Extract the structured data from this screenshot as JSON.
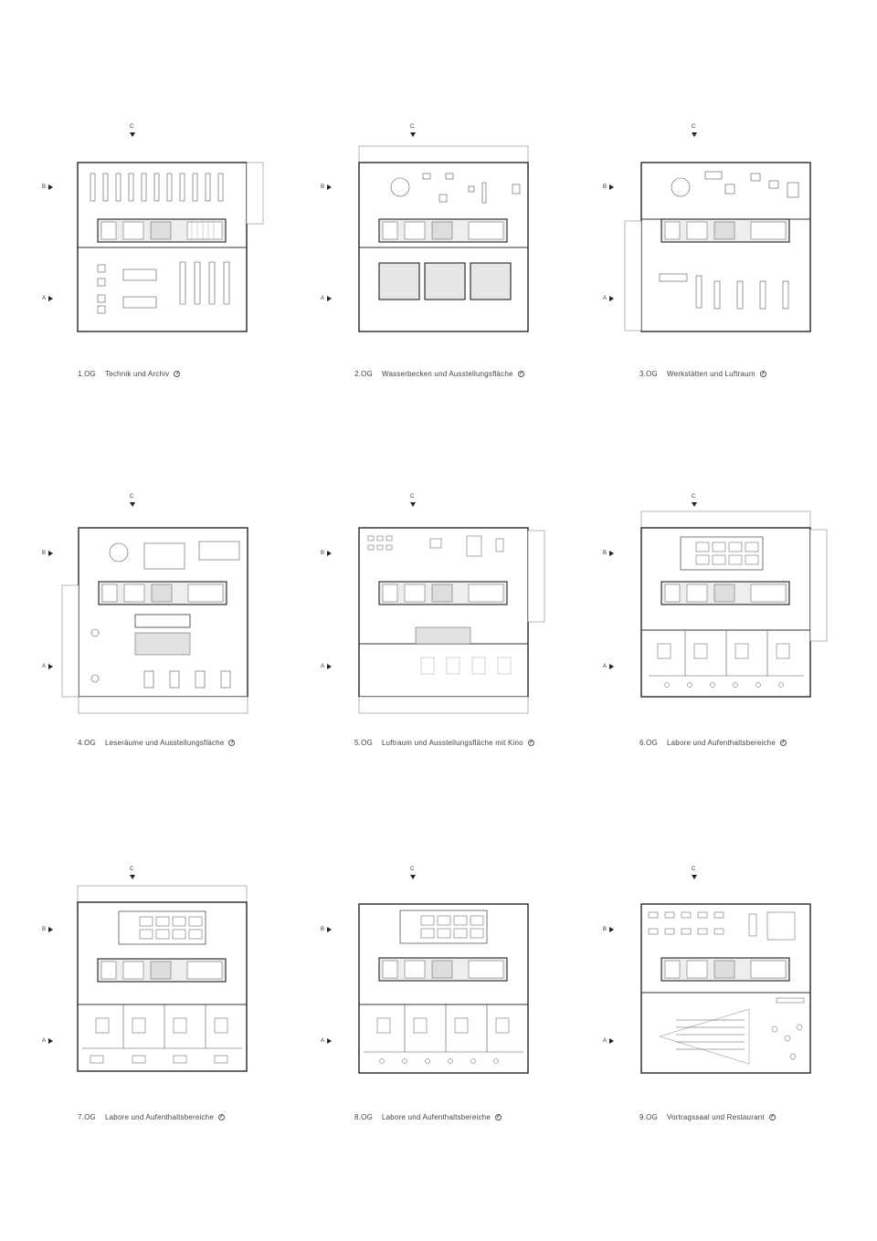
{
  "section_marks": {
    "c": "C",
    "b": "B",
    "a": "A"
  },
  "compass_icon": "north-arrow-icon",
  "plans": [
    {
      "level": "1.OG",
      "title": "Technik und Archiv"
    },
    {
      "level": "2.OG",
      "title": "Wasserbecken und Ausstellungsfläche"
    },
    {
      "level": "3.OG",
      "title": "Werkstätten und Luftraum"
    },
    {
      "level": "4.OG",
      "title": "Leseräume und Ausstellungsfläche"
    },
    {
      "level": "5.OG",
      "title": "Luftraum und Ausstellungsfläche mit Kino"
    },
    {
      "level": "6.OG",
      "title": "Labore und Aufenthaltsbereiche"
    },
    {
      "level": "7.OG",
      "title": "Labore und Aufenthaltsbereiche"
    },
    {
      "level": "8.OG",
      "title": "Labore und Aufenthaltsbereiche"
    },
    {
      "level": "9.OG",
      "title": "Vortragssaal und Restaurant"
    }
  ],
  "colors": {
    "line": "#333333",
    "hatch": "#bfbfbf",
    "fill": "#eeeeee",
    "core": "#dddddd"
  }
}
